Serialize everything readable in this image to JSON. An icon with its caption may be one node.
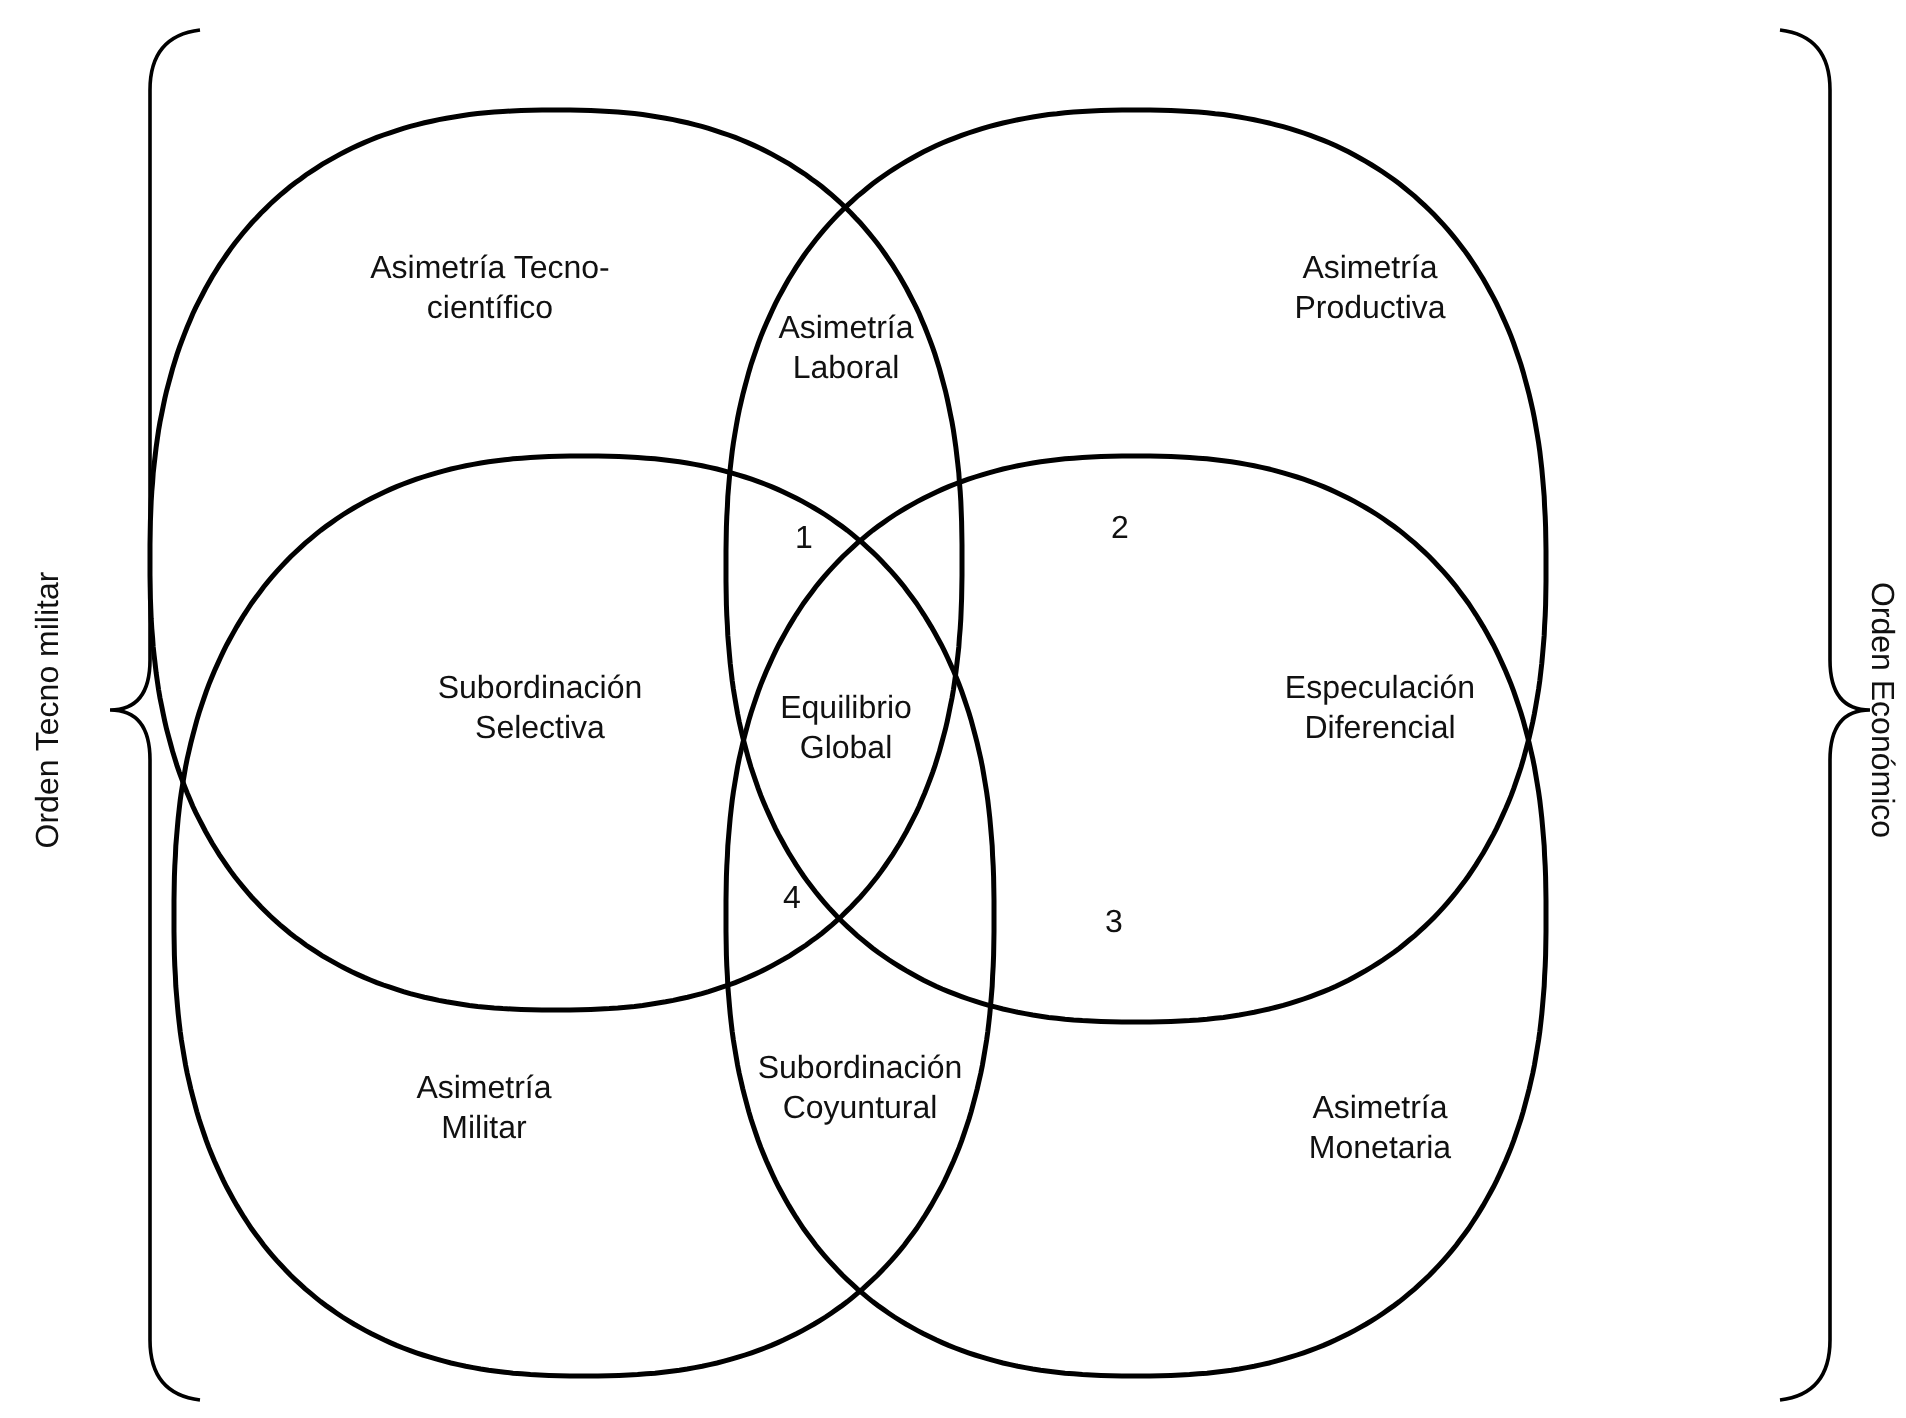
{
  "diagram": {
    "nodes": [
      {
        "text": [],
        "shape": "circle"
      },
      {
        "text": [],
        "shape": "circle"
      },
      {
        "text": [],
        "shape": "circle"
      },
      {
        "text": [],
        "shape": "circle"
      }
    ],
    "labels": [
      "Asimetría Tecno-científico",
      "Asimetría Laboral",
      "Asimetría Productiva",
      "1",
      "2",
      "Subordinación Selectiva",
      "Equilibrio Global",
      "Especulación Diferencial",
      "4",
      "3",
      "Asimetría Militar",
      "Subordinación Coyuntural",
      "Asimetría Monetaria",
      "Orden Tecno militar",
      "Orden Económico"
    ]
  }
}
